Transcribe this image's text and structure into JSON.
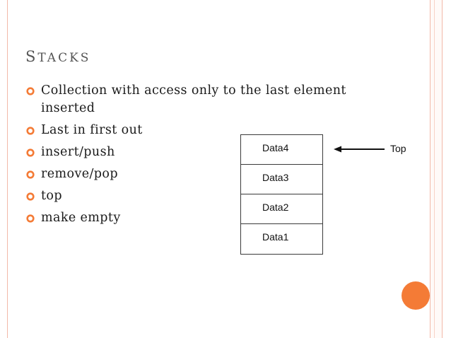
{
  "slide": {
    "title_first": "S",
    "title_rest": "TACKS",
    "accent_color": "#f47b36",
    "frame_color": "#f2b9a8"
  },
  "bullets": [
    {
      "icon": "hollow-circle-bullet-icon",
      "text": "Collection with access only to the last element inserted"
    },
    {
      "icon": "hollow-circle-bullet-icon",
      "text": "Last in first out"
    },
    {
      "icon": "hollow-circle-bullet-icon",
      "text": "insert/push"
    },
    {
      "icon": "hollow-circle-bullet-icon",
      "text": "remove/pop"
    },
    {
      "icon": "hollow-circle-bullet-icon",
      "text": "top"
    },
    {
      "icon": "hollow-circle-bullet-icon",
      "text": "make empty"
    }
  ],
  "diagram": {
    "stack_cells": [
      "Data4",
      "Data3",
      "Data2",
      "Data1"
    ],
    "pointer_label": "Top"
  }
}
